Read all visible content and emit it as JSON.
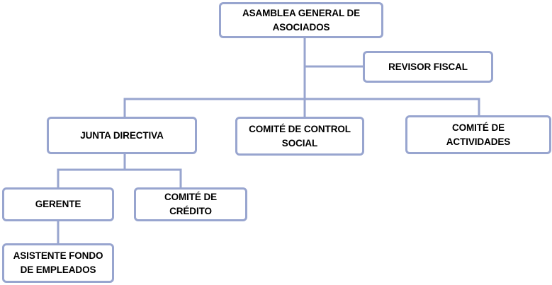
{
  "nodes": {
    "asamblea": "ASAMBLEA GENERAL DE ASOCIADOS",
    "revisor": "REVISOR FISCAL",
    "junta": "JUNTA DIRECTIVA",
    "control_social": "COMITÉ DE CONTROL SOCIAL",
    "actividades": "COMITÉ DE ACTIVIDADES",
    "gerente": "GERENTE",
    "credito": "COMITÉ DE CRÉDITO",
    "asistente": "ASISTENTE FONDO DE EMPLEADOS"
  },
  "colors": {
    "border": "#98a5cf",
    "text": "#000000",
    "background": "#ffffff"
  }
}
